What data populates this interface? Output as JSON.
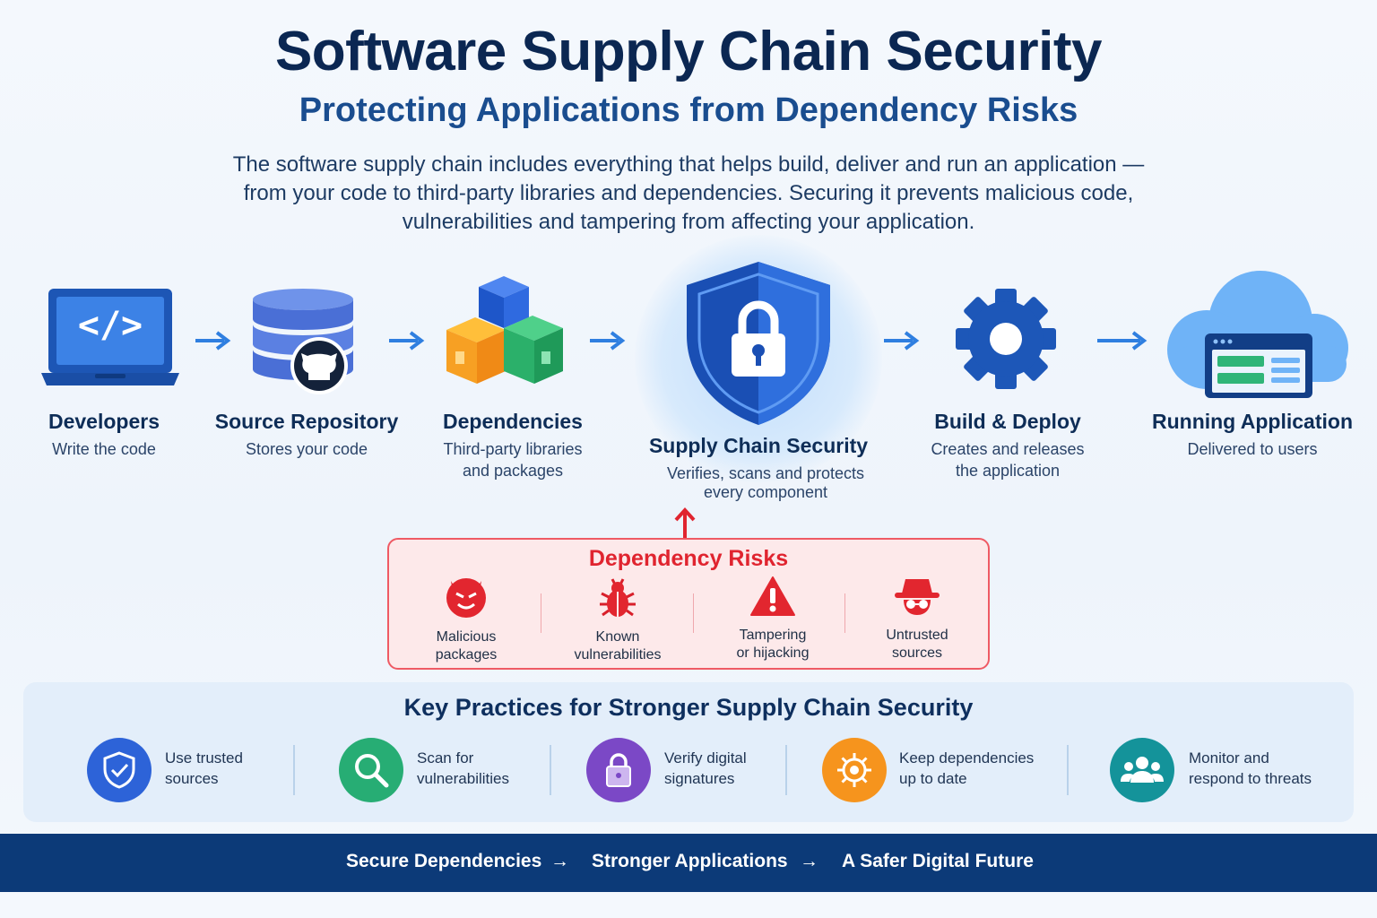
{
  "header": {
    "title": "Software Supply Chain Security",
    "subtitle": "Protecting Applications from Dependency Risks",
    "intro_lines": [
      "The software supply chain includes everything that helps build, deliver and run an application —",
      "from your code to third-party libraries and dependencies. Securing it prevents malicious code,",
      "vulnerabilities and tampering from affecting your application."
    ]
  },
  "flow": {
    "stages": [
      {
        "title": "Developers",
        "desc": [
          "Write the code"
        ],
        "icon": "laptop-code-icon"
      },
      {
        "title": "Source Repository",
        "desc": [
          "Stores your code"
        ],
        "icon": "database-repo-icon"
      },
      {
        "title": "Dependencies",
        "desc": [
          "Third-party libraries",
          "and packages"
        ],
        "icon": "package-blocks-icon"
      },
      {
        "title": "Supply Chain Security",
        "desc": [
          "Verifies, scans and protects",
          "every component"
        ],
        "icon": "shield-lock-icon"
      },
      {
        "title": "Build & Deploy",
        "desc": [
          "Creates and releases",
          "the application"
        ],
        "icon": "gear-icon"
      },
      {
        "title": "Running Application",
        "desc": [
          "Delivered to users"
        ],
        "icon": "cloud-app-icon"
      }
    ],
    "code_glyph": "</>"
  },
  "risks": {
    "title": "Dependency Risks",
    "items": [
      {
        "label": [
          "Malicious",
          "packages"
        ],
        "icon": "devil-icon"
      },
      {
        "label": [
          "Known",
          "vulnerabilities"
        ],
        "icon": "bug-icon"
      },
      {
        "label": [
          "Tampering",
          "or hijacking"
        ],
        "icon": "warning-icon"
      },
      {
        "label": [
          "Untrusted",
          "sources"
        ],
        "icon": "spy-icon"
      }
    ]
  },
  "practices": {
    "title": "Key Practices for Stronger Supply Chain Security",
    "items": [
      {
        "label": [
          "Use trusted",
          "sources"
        ],
        "icon": "shield-check-icon",
        "color": "#2d63d8"
      },
      {
        "label": [
          "Scan for",
          "vulnerabilities"
        ],
        "icon": "magnifier-icon",
        "color": "#27ad74"
      },
      {
        "label": [
          "Verify digital",
          "signatures"
        ],
        "icon": "lock-icon",
        "color": "#7b48c6"
      },
      {
        "label": [
          "Keep dependencies",
          "up to date"
        ],
        "icon": "gear-update-icon",
        "color": "#f6941d"
      },
      {
        "label": [
          "Monitor and",
          "respond to threats"
        ],
        "icon": "users-icon",
        "color": "#14939a"
      }
    ]
  },
  "footer": {
    "items": [
      "Secure Dependencies",
      "Stronger Applications",
      "A Safer Digital Future"
    ],
    "arrow": "→"
  },
  "colors": {
    "navy": "#0b2752",
    "accent_blue": "#1a4d8f",
    "risk_red": "#e0242f",
    "footer_bg": "#0c3a78"
  }
}
